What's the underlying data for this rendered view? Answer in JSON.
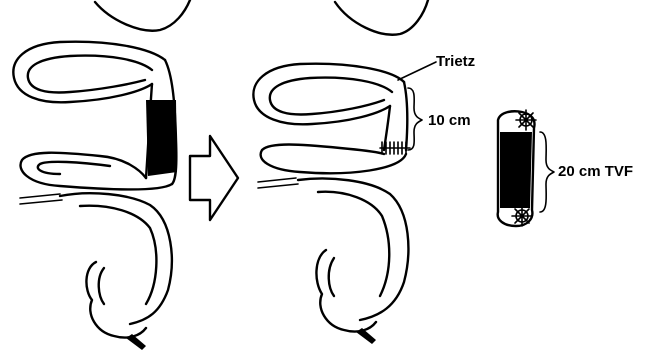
{
  "labels": {
    "treitz": "Trietz",
    "proximal_length": "10 cm",
    "segment_length": "20 cm TVF"
  },
  "colors": {
    "ink": "#000000",
    "background": "#ffffff"
  }
}
